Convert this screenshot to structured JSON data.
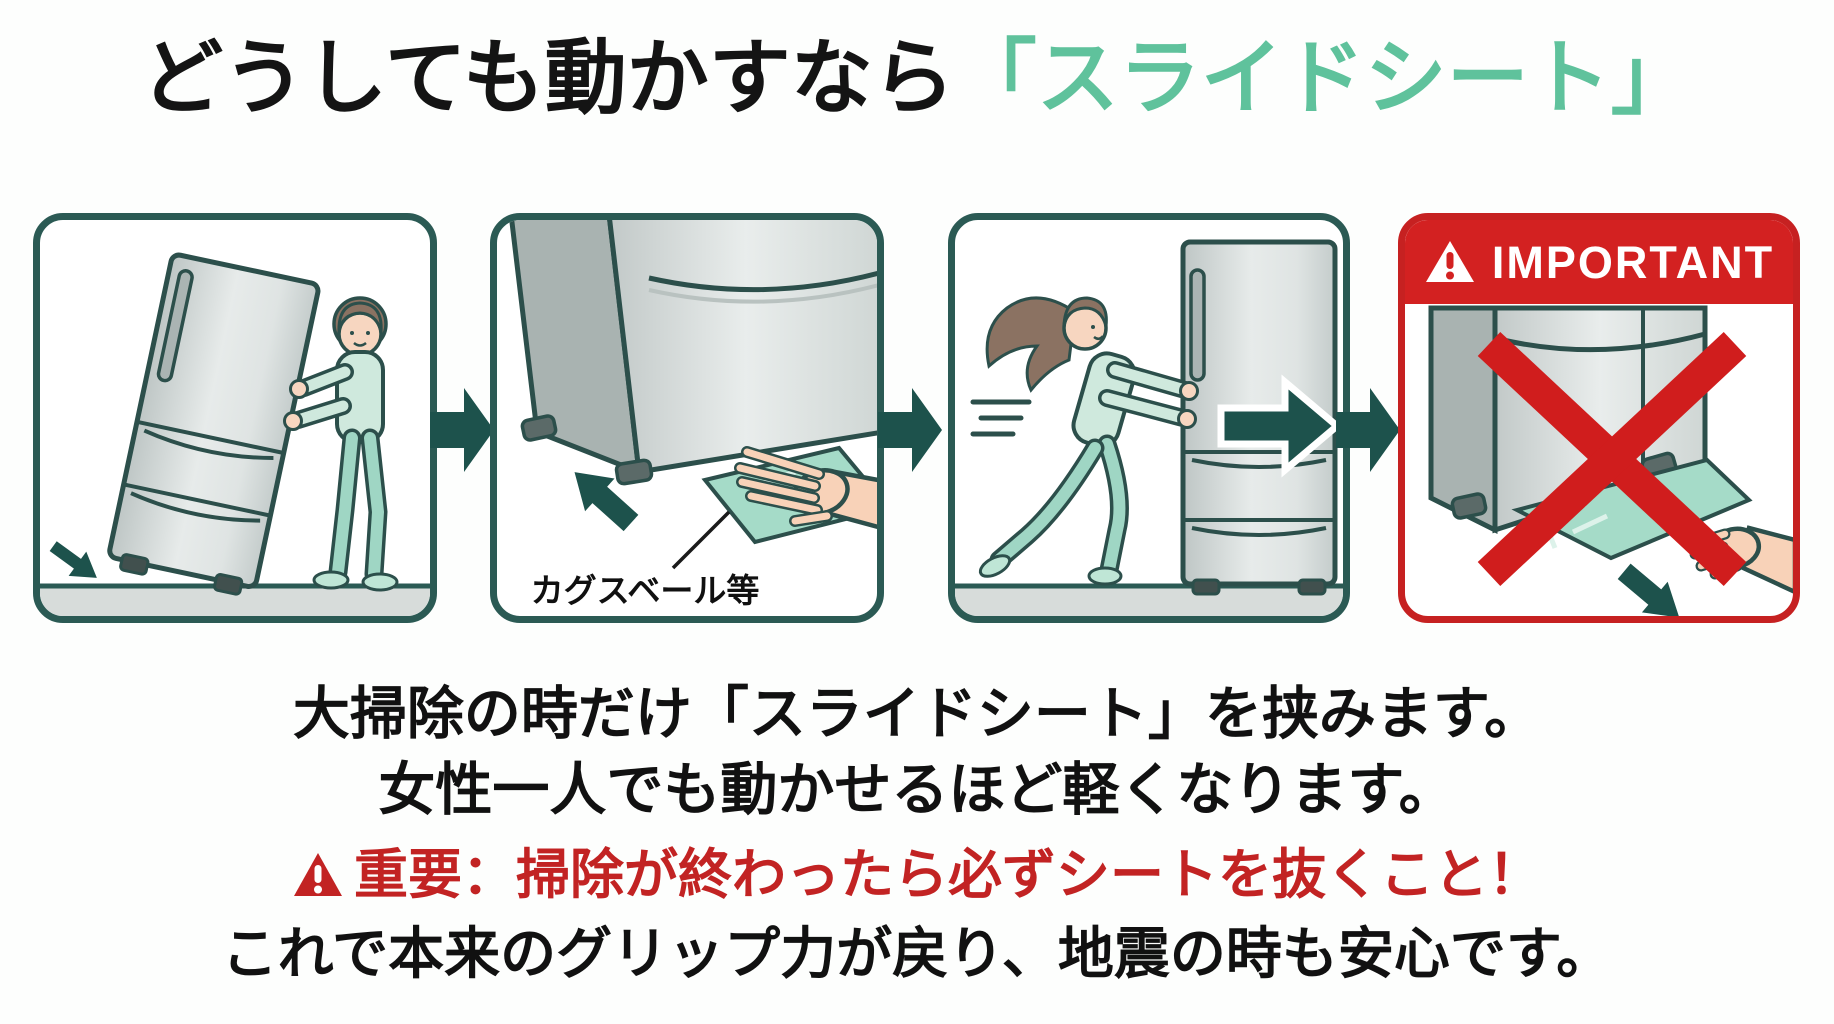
{
  "title": {
    "prefix": "どうしても動かすなら",
    "highlight": "「スライドシート」"
  },
  "panels": {
    "step2_label": "カグスベール等",
    "step4_header": "IMPORTANT"
  },
  "description": {
    "line1": "大掃除の時だけ「スライドシート」を挟みます。",
    "line2": "女性一人でも動かせるほど軽くなります。"
  },
  "warning": {
    "headline": "重要：掃除が終わったら必ずシートを抜くこと！",
    "note": "これで本来のグリップ力が戻り、地震の時も安心です。"
  },
  "icons": {
    "flow_arrow": "flow-arrow-icon",
    "warning_triangle": "warning-triangle-icon",
    "prohibition_cross": "red-x-icon"
  },
  "colors": {
    "accent_teal": "#5fc29c",
    "panel_border_teal": "#2b5a54",
    "arrow_teal": "#1d524c",
    "alert_red": "#d32121",
    "warning_text_red": "#c22323",
    "sheet_green": "#a5dbc8",
    "floor_gray": "#d7dcda",
    "fridge_gray": "#d5dbda"
  }
}
